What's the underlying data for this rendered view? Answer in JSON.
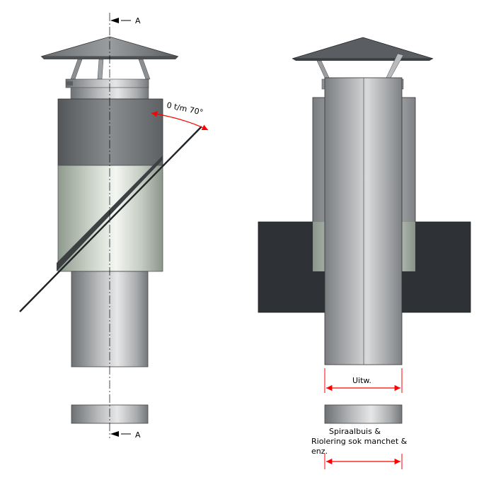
{
  "section_marker_top": "A",
  "section_marker_bottom": "A",
  "angle_label": "0 t/m 70°",
  "width_label": "Uitw.",
  "note_lines": [
    "Spiraalbuis &",
    "Riolering sok manchet &",
    "enz."
  ],
  "colors": {
    "dimension": "#ff0000",
    "roof": "#2e3236",
    "cap": "#5f6265",
    "pipe_dark": "#6f7275",
    "pipe_light": "#e6e6e6",
    "collar_light": "#f2f4f0"
  }
}
